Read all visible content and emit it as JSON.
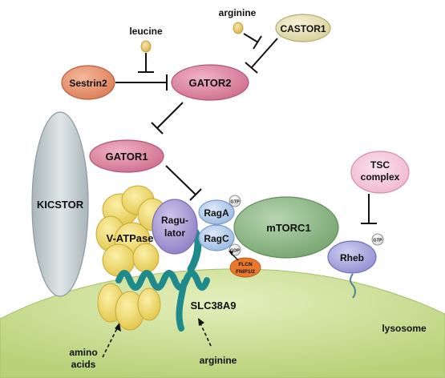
{
  "labels": {
    "leucine": "leucine",
    "arginine_top": "arginine",
    "castor1": "CASTOR1",
    "sestrin2": "Sestrin2",
    "gator2": "GATOR2",
    "gator1": "GATOR1",
    "kicstor": "KICSTOR",
    "tsc_line1": "TSC",
    "tsc_line2": "complex",
    "vatpase": "V-ATPase",
    "ragulator_line1": "Ragu-",
    "ragulator_line2": "lator",
    "raga": "RagA",
    "ragc": "RagC",
    "gtp_raga": "GTP",
    "gdp_ragc": "GDP",
    "gtp_rheb": "GTP",
    "mtorc1": "mTORC1",
    "rheb": "Rheb",
    "flcn_line1": "FLCN",
    "flcn_line2": "FNIP1/2",
    "slc38a9": "SLC38A9",
    "lysosome": "lysosome",
    "amino_line1": "amino",
    "amino_line2": "acids",
    "arginine_bottom": "arginine"
  },
  "colors": {
    "lysosome": "#c8dc8e",
    "sestrin2": "#e8906a",
    "gator": "#d97b98",
    "castor1": "#e7e1b4",
    "kicstor": "#c6d0d3",
    "tsc": "#f6c7db",
    "vatpase": "#f2df72",
    "ragulator": "#a99bd3",
    "rag": "#b7cfec",
    "mtorc1": "#8fb88a",
    "rheb": "#a9a8de",
    "flcn": "#e9782c",
    "slc38a9": "#1f8a8b",
    "aminoacid": "#e6c96a"
  }
}
